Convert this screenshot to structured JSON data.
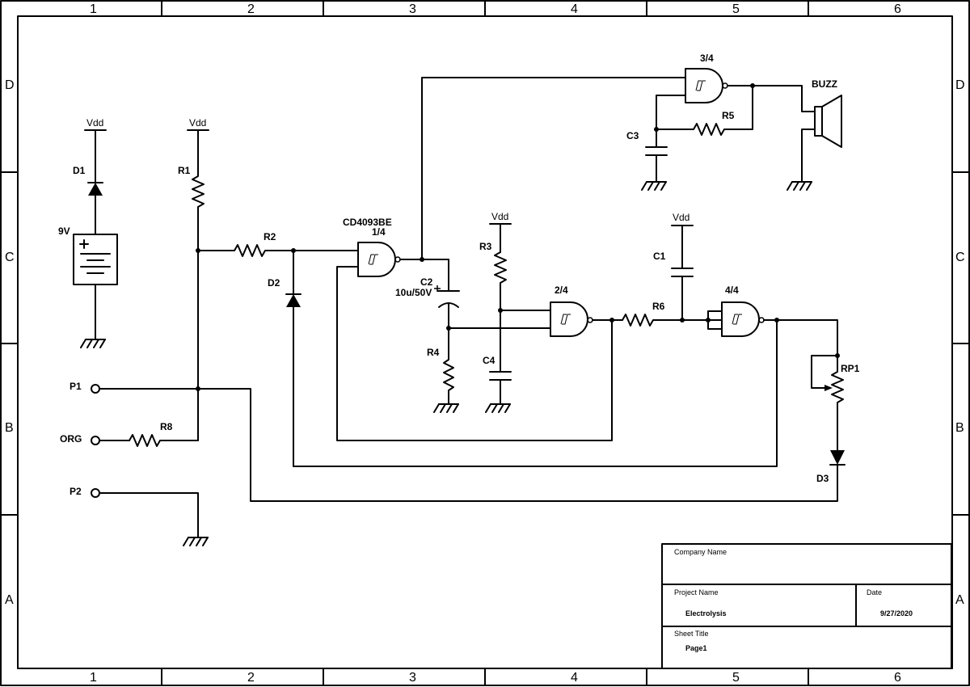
{
  "frame": {
    "columns": [
      "1",
      "2",
      "3",
      "4",
      "5",
      "6"
    ],
    "rows": [
      "D",
      "C",
      "B",
      "A"
    ]
  },
  "labels": {
    "vdd": "Vdd",
    "d1": "D1",
    "r1": "R1",
    "battery": "9V",
    "r2": "R2",
    "d2": "D2",
    "ic_name": "CD4093BE",
    "gate1": "1/4",
    "c2": "C2",
    "c2_value": "10u/50V",
    "r4": "R4",
    "r3": "R3",
    "c4": "C4",
    "gate2": "2/4",
    "r6": "R6",
    "c1": "C1",
    "gate4": "4/4",
    "rp1": "RP1",
    "d3": "D3",
    "gate3": "3/4",
    "r5": "R5",
    "c3": "C3",
    "buzz": "BUZZ",
    "p1": "P1",
    "org": "ORG",
    "r8": "R8",
    "p2": "P2"
  },
  "title_block": {
    "company_label": "Company Name",
    "project_label": "Project Name",
    "project_value": "Electrolysis",
    "date_label": "Date",
    "date_value": "9/27/2020",
    "sheet_label": "Sheet Title",
    "sheet_value": "Page1"
  }
}
